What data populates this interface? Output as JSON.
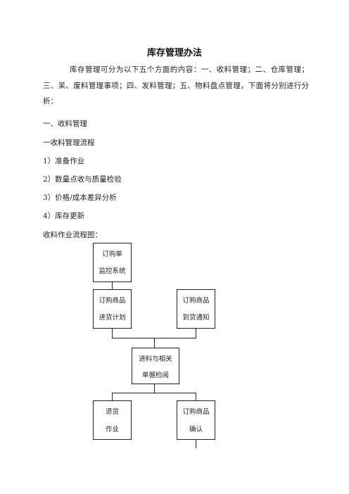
{
  "doc": {
    "title": "库存管理办法",
    "intro": "库存管理可分为以下五个方面的内容：一、收料管理；二、仓库管理；三、呆、废料管理事项；四、发料管理；五、物料盘点管理，下面将分别进行分析：",
    "section1": "一、收料管理",
    "subsection": "一收料管理流程",
    "steps": [
      "1）准备作业",
      "2）数量点收与质量检验",
      "3）价格/成本差异分析",
      "4）库存更新"
    ],
    "chart_intro": "收料作业流程图："
  },
  "flow": {
    "box1": [
      "订购单",
      "监控系统"
    ],
    "box2": [
      "订购商品",
      "进货计划"
    ],
    "box3": [
      "订购商品",
      "到货通知"
    ],
    "box4": [
      "进料与相关",
      "单据检阅"
    ],
    "box5": [
      "退货",
      "作业"
    ],
    "box6": [
      "订购商品",
      "确认"
    ]
  }
}
